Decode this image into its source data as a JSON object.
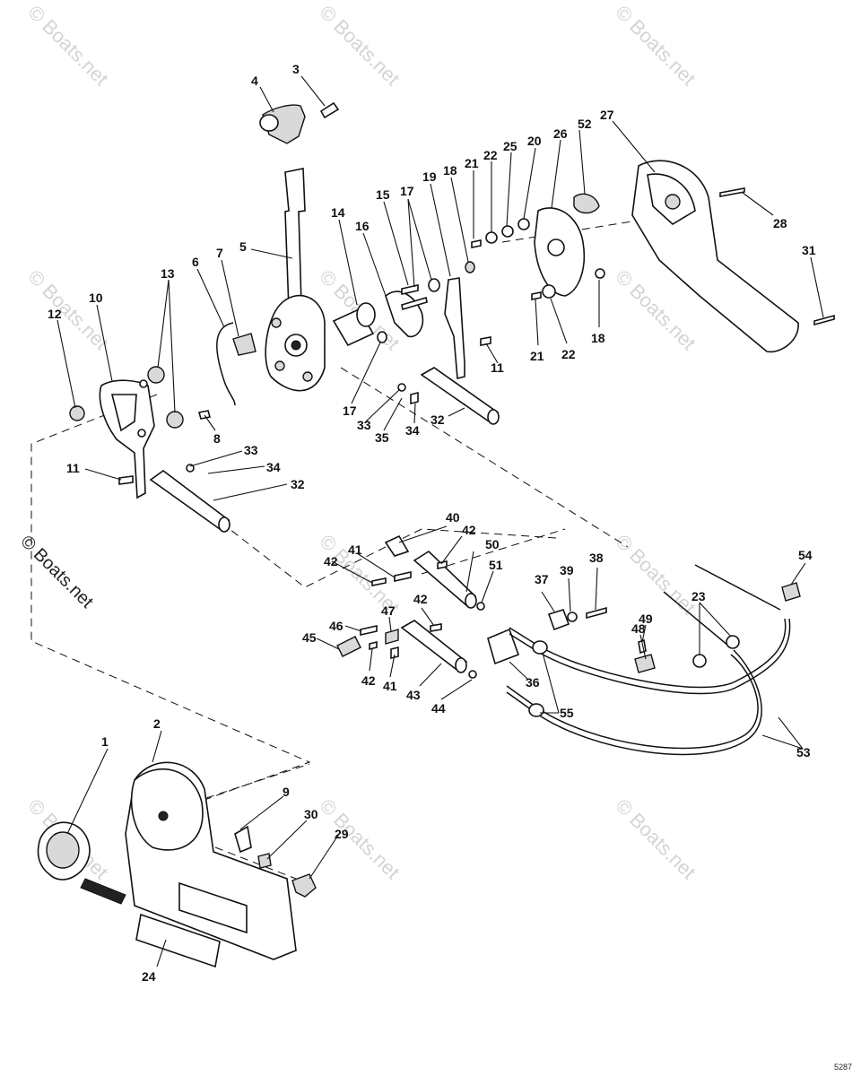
{
  "watermark": {
    "text": "© Boats.net",
    "side_text": "© Boats.net"
  },
  "drawing_code": "5287",
  "parts": [
    {
      "id": "p1",
      "num": "1"
    },
    {
      "id": "p2",
      "num": "2"
    },
    {
      "id": "p3",
      "num": "3"
    },
    {
      "id": "p4",
      "num": "4"
    },
    {
      "id": "p5",
      "num": "5"
    },
    {
      "id": "p6",
      "num": "6"
    },
    {
      "id": "p7",
      "num": "7"
    },
    {
      "id": "p8",
      "num": "8"
    },
    {
      "id": "p9",
      "num": "9"
    },
    {
      "id": "p10",
      "num": "10"
    },
    {
      "id": "p11a",
      "num": "11"
    },
    {
      "id": "p11b",
      "num": "11"
    },
    {
      "id": "p12",
      "num": "12"
    },
    {
      "id": "p13",
      "num": "13"
    },
    {
      "id": "p14",
      "num": "14"
    },
    {
      "id": "p15",
      "num": "15"
    },
    {
      "id": "p16",
      "num": "16"
    },
    {
      "id": "p17a",
      "num": "17"
    },
    {
      "id": "p17b",
      "num": "17"
    },
    {
      "id": "p18a",
      "num": "18"
    },
    {
      "id": "p18b",
      "num": "18"
    },
    {
      "id": "p19",
      "num": "19"
    },
    {
      "id": "p20",
      "num": "20"
    },
    {
      "id": "p21a",
      "num": "21"
    },
    {
      "id": "p21b",
      "num": "21"
    },
    {
      "id": "p22a",
      "num": "22"
    },
    {
      "id": "p22b",
      "num": "22"
    },
    {
      "id": "p23",
      "num": "23"
    },
    {
      "id": "p24",
      "num": "24"
    },
    {
      "id": "p25",
      "num": "25"
    },
    {
      "id": "p26",
      "num": "26"
    },
    {
      "id": "p27",
      "num": "27"
    },
    {
      "id": "p28",
      "num": "28"
    },
    {
      "id": "p29",
      "num": "29"
    },
    {
      "id": "p30",
      "num": "30"
    },
    {
      "id": "p31",
      "num": "31"
    },
    {
      "id": "p32a",
      "num": "32"
    },
    {
      "id": "p32b",
      "num": "32"
    },
    {
      "id": "p33a",
      "num": "33"
    },
    {
      "id": "p33b",
      "num": "33"
    },
    {
      "id": "p34a",
      "num": "34"
    },
    {
      "id": "p34b",
      "num": "34"
    },
    {
      "id": "p35",
      "num": "35"
    },
    {
      "id": "p36",
      "num": "36"
    },
    {
      "id": "p37",
      "num": "37"
    },
    {
      "id": "p38",
      "num": "38"
    },
    {
      "id": "p39",
      "num": "39"
    },
    {
      "id": "p40",
      "num": "40"
    },
    {
      "id": "p41a",
      "num": "41"
    },
    {
      "id": "p41b",
      "num": "41"
    },
    {
      "id": "p42a",
      "num": "42"
    },
    {
      "id": "p42b",
      "num": "42"
    },
    {
      "id": "p42c",
      "num": "42"
    },
    {
      "id": "p42d",
      "num": "42"
    },
    {
      "id": "p43",
      "num": "43"
    },
    {
      "id": "p44",
      "num": "44"
    },
    {
      "id": "p45",
      "num": "45"
    },
    {
      "id": "p46",
      "num": "46"
    },
    {
      "id": "p47",
      "num": "47"
    },
    {
      "id": "p48",
      "num": "48"
    },
    {
      "id": "p49",
      "num": "49"
    },
    {
      "id": "p50",
      "num": "50"
    },
    {
      "id": "p51",
      "num": "51"
    },
    {
      "id": "p52",
      "num": "52"
    },
    {
      "id": "p53",
      "num": "53"
    },
    {
      "id": "p54",
      "num": "54"
    },
    {
      "id": "p55",
      "num": "55"
    }
  ]
}
